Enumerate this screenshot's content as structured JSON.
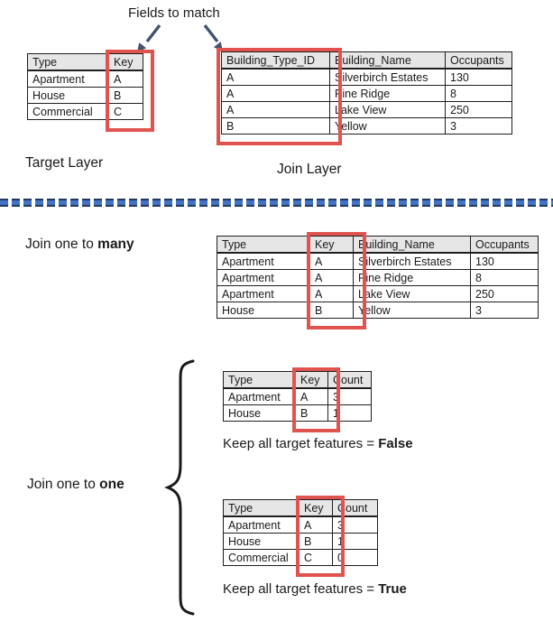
{
  "title": "Fields to match",
  "colors": {
    "red_box": "#e0534f",
    "header_bg": "#e7e6e6",
    "arrow": "#44546a",
    "dash_blue": "#4472c4",
    "dash_dark": "#1f3864",
    "text": "#1a1a1a"
  },
  "target_layer": {
    "label": "Target Layer",
    "table": {
      "headers": [
        "Type",
        "Key"
      ],
      "rows": [
        [
          "Apartment",
          "A"
        ],
        [
          "House",
          "B"
        ],
        [
          "Commercial",
          "C"
        ]
      ]
    }
  },
  "join_layer": {
    "label": "Join Layer",
    "table": {
      "headers": [
        "Building_Type_ID",
        "Building_Name",
        "Occupants"
      ],
      "rows": [
        [
          "A",
          "Silverbirch Estates",
          "130"
        ],
        [
          "A",
          "Pine Ridge",
          "8"
        ],
        [
          "A",
          "Lake View",
          "250"
        ],
        [
          "B",
          "Yellow",
          "3"
        ]
      ]
    }
  },
  "join_one_to_many": {
    "label_prefix": "Join one to ",
    "label_bold": "many",
    "table": {
      "headers": [
        "Type",
        "Key",
        "Building_Name",
        "Occupants"
      ],
      "rows": [
        [
          "Apartment",
          "A",
          "Silverbirch Estates",
          "130"
        ],
        [
          "Apartment",
          "A",
          "Pine Ridge",
          "8"
        ],
        [
          "Apartment",
          "A",
          "Lake View",
          "250"
        ],
        [
          "House",
          "B",
          "Yellow",
          "3"
        ]
      ]
    }
  },
  "join_one_to_one": {
    "label_prefix": "Join one to ",
    "label_bold": "one",
    "false_case": {
      "caption_prefix": "Keep all target features = ",
      "caption_bold": "False",
      "table": {
        "headers": [
          "Type",
          "Key",
          "Count"
        ],
        "rows": [
          [
            "Apartment",
            "A",
            "3"
          ],
          [
            "House",
            "B",
            "1"
          ]
        ]
      }
    },
    "true_case": {
      "caption_prefix": "Keep all target features = ",
      "caption_bold": "True",
      "table": {
        "headers": [
          "Type",
          "Key",
          "Count"
        ],
        "rows": [
          [
            "Apartment",
            "A",
            "3"
          ],
          [
            "House",
            "B",
            "1"
          ],
          [
            "Commercial",
            "C",
            "0"
          ]
        ]
      }
    }
  }
}
